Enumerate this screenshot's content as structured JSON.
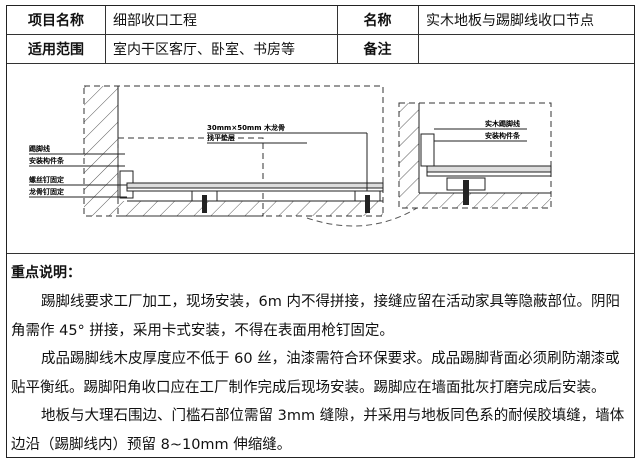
{
  "header": {
    "project_name_label": "项目名称",
    "project_name_value": "细部收口工程",
    "name_label": "名称",
    "name_value": "实木地板与踢脚线收口节点",
    "scope_label": "适用范围",
    "scope_value": "室内干区客厅、卧室、书房等",
    "remark_label": "备注",
    "remark_value": ""
  },
  "drawing": {
    "left_labels": [
      "踢脚线",
      "安装构件条",
      "螺丝钉固定",
      "龙骨钉固定"
    ],
    "top_labels": [
      "30mm×50mm 木龙骨",
      "找平垫层"
    ],
    "right_labels": [
      "实木踢脚线",
      "安装构件条"
    ]
  },
  "notes": {
    "title": "重点说明：",
    "paragraphs": [
      "踢脚线要求工厂加工，现场安装，6m 内不得拼接，接缝应留在活动家具等隐蔽部位。阴阳角需作 45° 拼接，采用卡式安装，不得在表面用枪钉固定。",
      "成品踢脚线木皮厚度应不低于 60 丝，油漆需符合环保要求。成品踢脚背面必须刷防潮漆或贴平衡纸。踢脚阳角收口应在工厂制作完成后现场安装。踢脚应在墙面批灰打磨完成后安装。",
      "地板与大理石围边、门槛石部位需留 3mm 缝隙，并采用与地板同色系的耐候胶填缝，墙体边沿（踢脚线内）预留 8~10mm 伸缩缝。"
    ]
  }
}
